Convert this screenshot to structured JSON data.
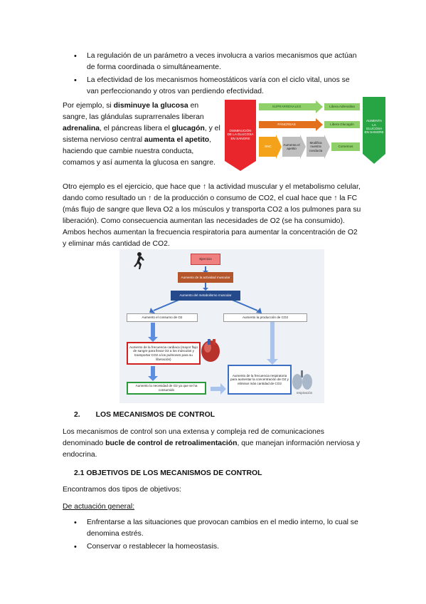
{
  "bullets_top": [
    "La regulación de un parámetro a veces involucra a varios mecanismos que actúan de forma coordinada o simultáneamente.",
    "La efectividad de los mecanismos homeostáticos varía con el ciclo vital, unos se van perfeccionando y otros van perdiendo efectividad."
  ],
  "glucose_para": {
    "p1": "Por ejemplo, si ",
    "b1": "disminuye la glucosa",
    "p2": " en sangre, las glándulas suprarrenales liberan ",
    "b2": "adrenalina",
    "p3": ", el páncreas libera el ",
    "b3": "glucagón",
    "p4": ", y el sistema nervioso central ",
    "b4": "aumenta el apetito",
    "p5": ", haciendo que cambie nuestra conducta, comamos y así aumenta la glucosa en sangre."
  },
  "glucose_diagram": {
    "left_box": "DISMINUCIÓN DE LA GLUCOSA EN SANGRE",
    "row1_label": "SUPRARRENALES",
    "row1_result": "Libera Adrenalina",
    "row2_label": "PÁNCREAS",
    "row2_result": "Libera Glucagón",
    "snc": "SNC",
    "row3_box1": "Aumenta el apetito",
    "row3_box2": "Modifica nuestra conducta",
    "row3_result": "Comemos",
    "right_box": "AUMENTA LA GLUCOSA EN SANGRE",
    "colors": {
      "red": "#e8262b",
      "green": "#27a544",
      "orange": "#e2701d",
      "light_green": "#8fd06a",
      "gray": "#bfbfbf"
    }
  },
  "exercise_para": "Otro ejemplo es el ejercicio, que hace que ↑ la actividad muscular y el metabolismo celular, dando como resultado un ↑ de la producción o consumo de CO2, el cual hace que ↑ la FC (más flujo de sangre que lleva O2 a los músculos y transporta CO2 a los pulmones para su liberación). Como consecuencia aumentan las necesidades de O2 (se ha consumido). Ambos hechos aumentan la frecuencia respiratoria para aumentar la concentración de O2 y eliminar más cantidad de CO2.",
  "exercise_diagram": {
    "b1": "Ejercicio",
    "b2": "Aumento de la actividad muscular",
    "b3": "Aumento del metabolismo muscular",
    "b4": "Aumento el consumo de O2",
    "b5": "Aumento la producción de CO2",
    "b6": "Aumento de la frecuencia cardiaca (mayor flujo de sangre para llevar O2 a los músculos y transportar CO2 a los pulmones para su liberación)",
    "b7": "Aumento la necesidad de O2 ya que se ha consumido",
    "b8": "Aumento de la frecuencia respiratoria para aumentar la concentración de O2 y eliminar más cantidad de CO2",
    "lung_label": "respiración"
  },
  "section2": {
    "number": "2.",
    "title": "LOS MECANISMOS DE CONTROL"
  },
  "control_para": {
    "p1": "Los mecanismos de control son una extensa y compleja red de comunicaciones denominado ",
    "b1": "bucle de control de retroalimentación",
    "p2": ", que manejan información nerviosa y endocrina."
  },
  "section21": {
    "title": "2.1 OBJETIVOS DE LOS MECANISMOS DE CONTROL"
  },
  "objectives_intro": "Encontramos dos tipos de objetivos:",
  "general_heading": "De actuación general:",
  "bullets_bottom": [
    "Enfrentarse a las situaciones que provocan cambios en el medio interno, lo cual se denomina estrés.",
    "Conservar o restablecer la homeostasis."
  ]
}
